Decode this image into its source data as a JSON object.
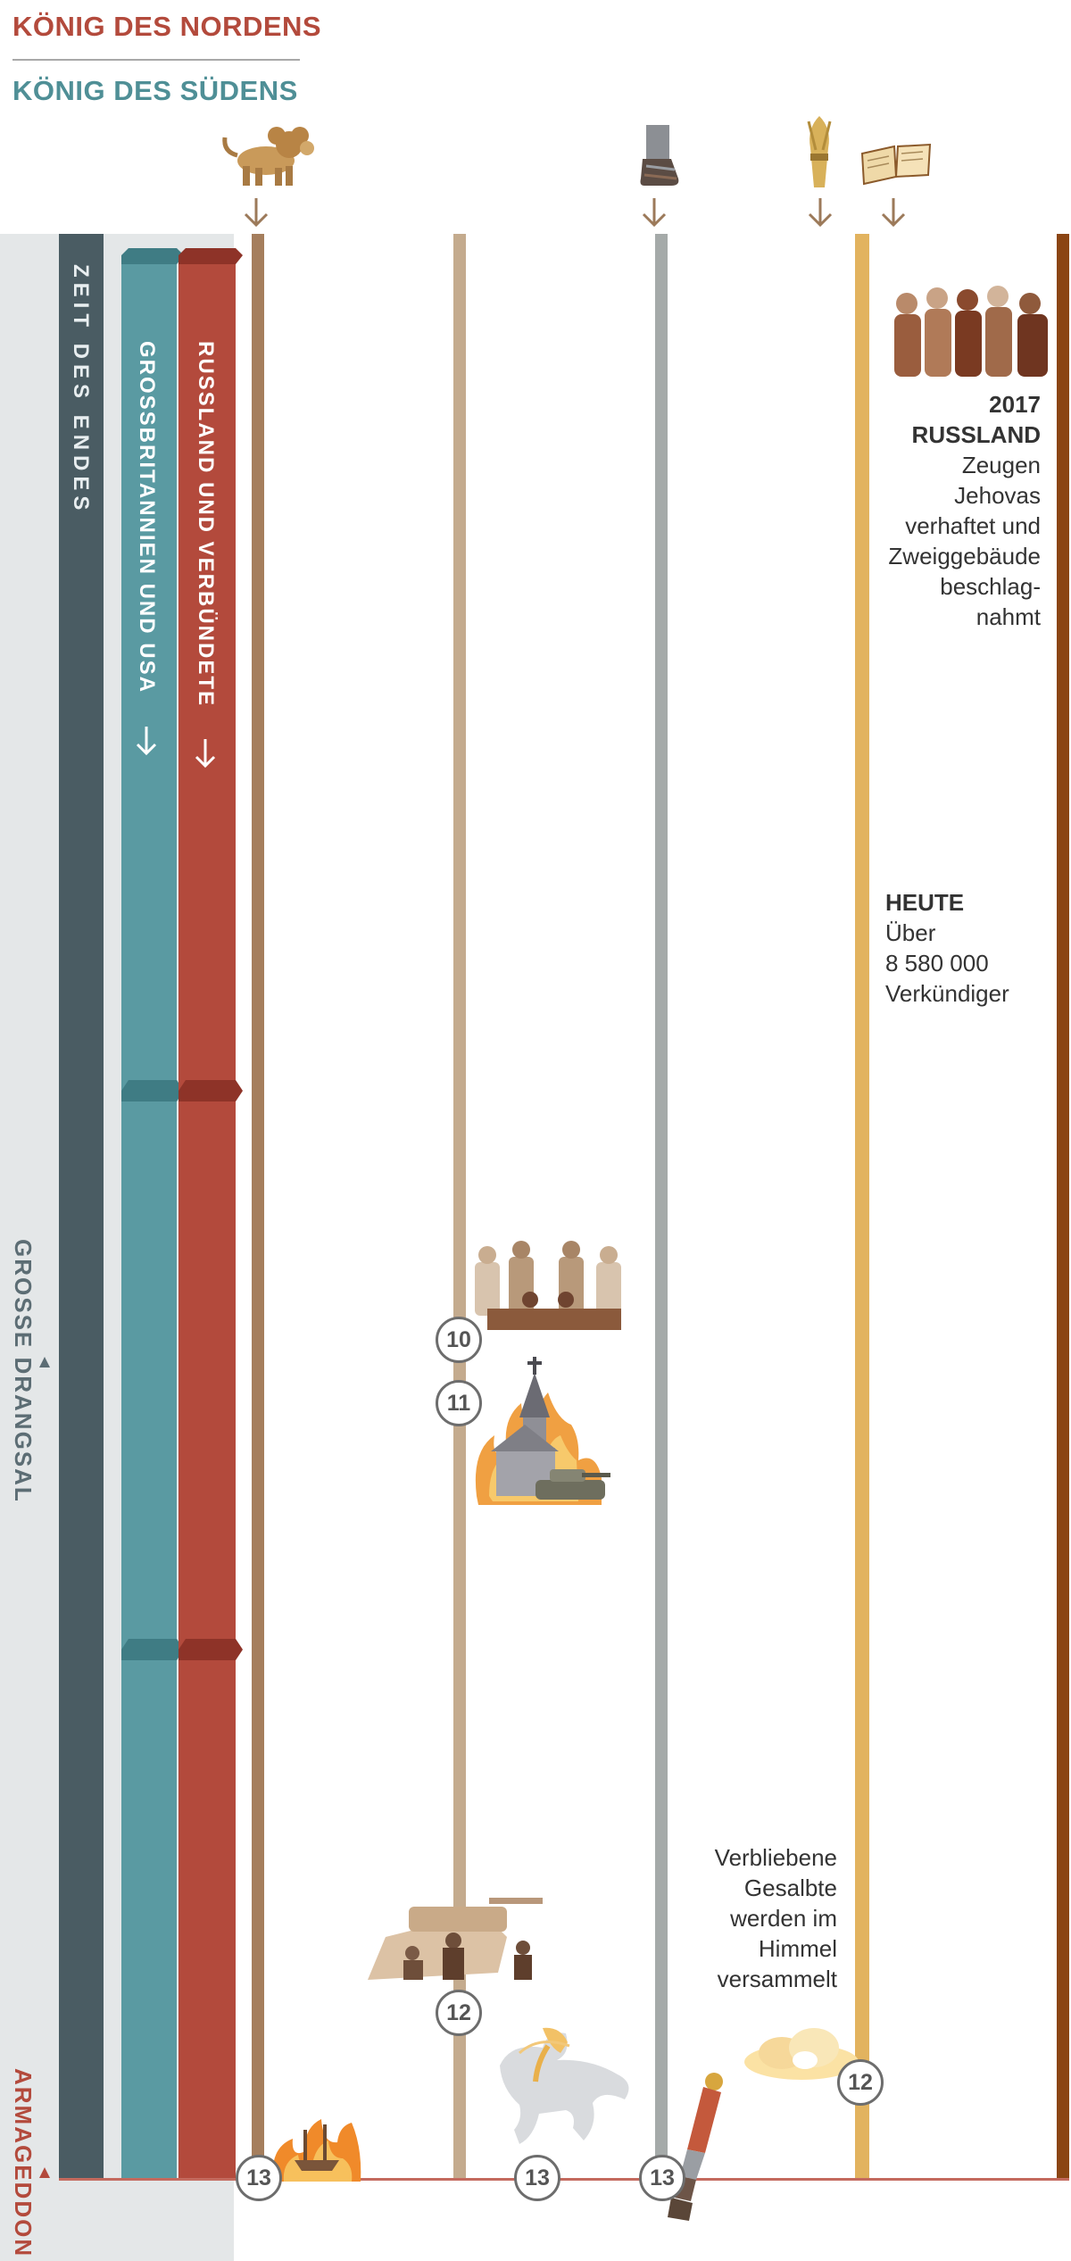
{
  "legend": {
    "north": "KÖNIG DES NORDENS",
    "south": "KÖNIG DES SÜDENS"
  },
  "bars": {
    "time_of_end": "ZEIT DES ENDES",
    "south_powers": "GROSSBRITANNIEN UND USA",
    "north_powers": "RUSSLAND UND VERBÜNDETE"
  },
  "side_labels": {
    "great_tribulation": "GROSSE DRANGSAL",
    "armageddon": "ARMAGEDDON"
  },
  "russia_note": {
    "year": "2017",
    "country": "RUSSLAND",
    "lines": [
      "Zeugen",
      "Jehovas",
      "verhaftet und",
      "Zweiggebäude",
      "beschlag-",
      "nahmt"
    ]
  },
  "today_note": {
    "heading": "HEUTE",
    "lines": [
      "Über",
      "8 580 000",
      "Verkündiger"
    ]
  },
  "anointed_note": {
    "lines": [
      "Verbliebene",
      "Gesalbte",
      "werden im",
      "Himmel",
      "versammelt"
    ]
  },
  "markers": {
    "m10": "10",
    "m11": "11",
    "m12a": "12",
    "m12b": "12",
    "m13a": "13",
    "m13b": "13",
    "m13c": "13"
  },
  "icons": [
    "lion-beast-icon",
    "feet-of-iron-and-clay-icon",
    "wheat-bundle-icon",
    "open-bible-icon"
  ],
  "colors": {
    "north": "#b34a3c",
    "south": "#4f8f96",
    "time_of_end": "#4a5c63",
    "arrow": "#9c7a5a",
    "line_wild_beast": "#a57e5d",
    "line_middle": "#c4ab8e",
    "line_gray": "#a5aaa9",
    "line_gold": "#e2b35f",
    "line_brown": "#8b4513"
  }
}
